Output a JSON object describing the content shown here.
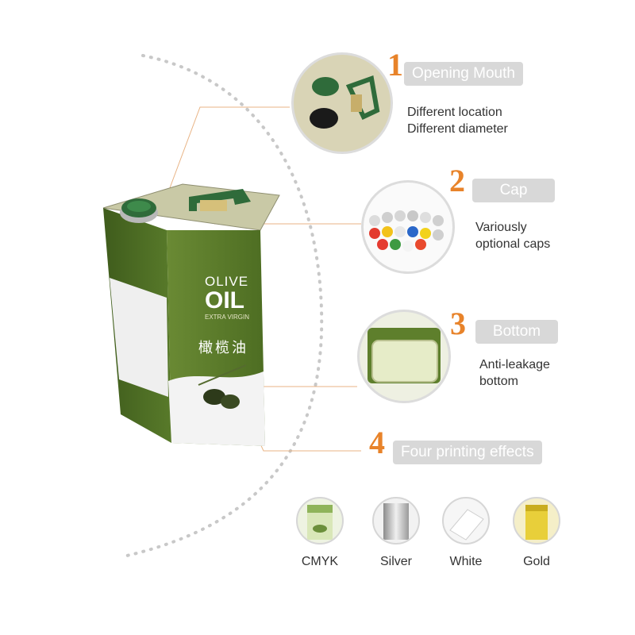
{
  "features": [
    {
      "number": "1",
      "title": "Opening Mouth",
      "desc": [
        "Different location",
        "Different diameter"
      ]
    },
    {
      "number": "2",
      "title": "Cap",
      "desc": [
        "Variously",
        "optional caps"
      ]
    },
    {
      "number": "3",
      "title": "Bottom",
      "desc": [
        "Anti-leakage",
        "bottom"
      ]
    },
    {
      "number": "4",
      "title": "Four printing effects",
      "desc": []
    }
  ],
  "can_label": {
    "brand_line1": "OLIVE",
    "brand_line2": "OIL",
    "subtitle": "EXTRA VIRGIN",
    "chinese": "橄榄油"
  },
  "effects": [
    {
      "label": "CMYK"
    },
    {
      "label": "Silver"
    },
    {
      "label": "White"
    },
    {
      "label": "Gold"
    }
  ],
  "colors": {
    "accent": "#e8832a",
    "pill_bg": "#d8d8d8",
    "can_green": "#5e7f2c",
    "cap_green": "#2f6b3a"
  }
}
